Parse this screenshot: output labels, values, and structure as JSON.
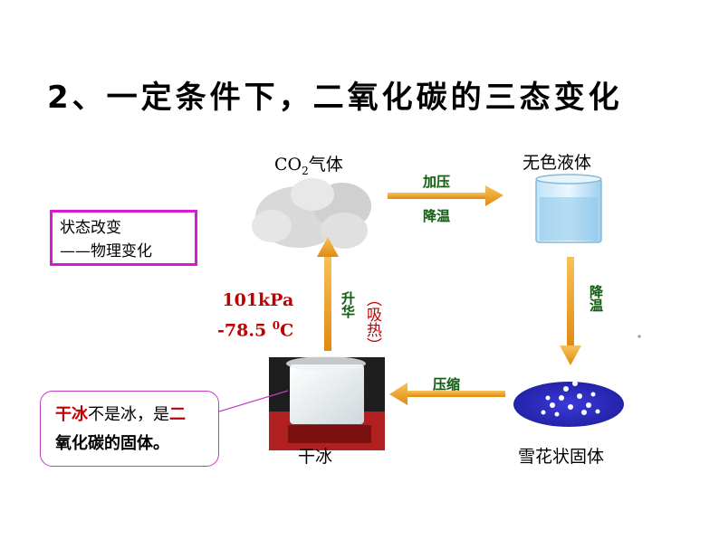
{
  "title": "2、一定条件下，二氧化碳的三态变化",
  "nodes": {
    "gas": {
      "prefix": "CO",
      "sub": "2",
      "suffix": "气体"
    },
    "liquid": "无色液体",
    "solid_snow": "雪花状固体",
    "dry_ice": "干冰"
  },
  "arrows": {
    "gas_to_liquid": [
      "加压",
      "降温"
    ],
    "liquid_to_snow": "降温",
    "snow_to_dryice": "压缩",
    "dryice_to_gas": "升华",
    "absorb_heat": "（吸热）"
  },
  "conditions": {
    "pressure": "101kPa",
    "temperature": "-78.5 ",
    "temp_sup": "0",
    "temp_unit": "C"
  },
  "state_box": {
    "line1": "状态改变",
    "line2": "——物理变化"
  },
  "callout": {
    "p1": "干冰",
    "p2": "不是冰，是",
    "p3": "二",
    "p4": "氧化碳的固体。"
  },
  "colors": {
    "arrow": "#f0a020",
    "box_border": "#d81ad8",
    "condition": "#c00000",
    "arrow_text": "#1a5c1a"
  }
}
